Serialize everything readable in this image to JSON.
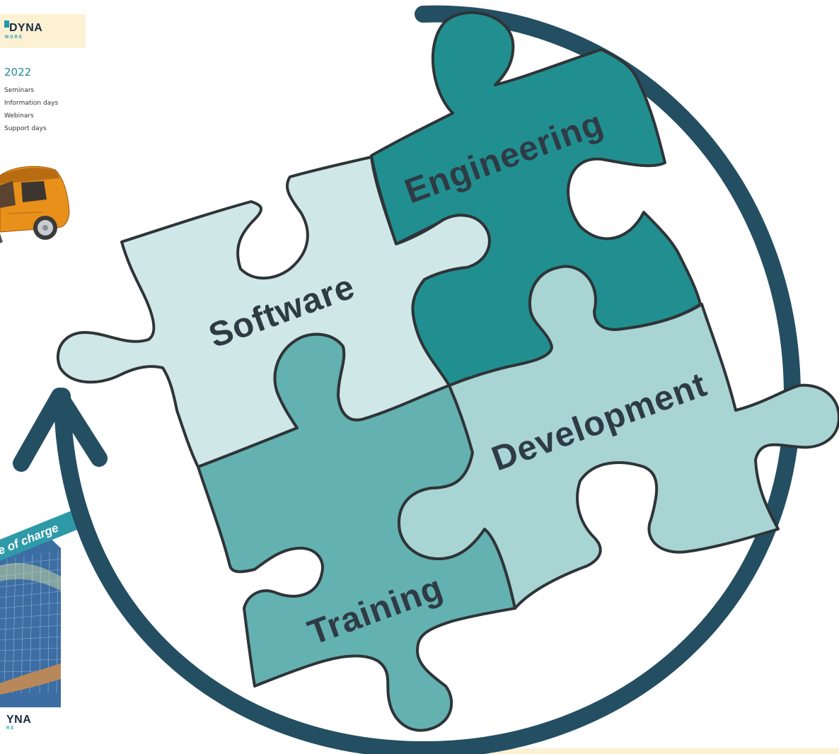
{
  "sidebar": {
    "logo_text": "DYNA",
    "logo_sub": "MORE",
    "year": "2022",
    "nav": [
      "Seminars",
      "Information days",
      "Webinars",
      "Support days"
    ]
  },
  "banner": {
    "text": "e of charge",
    "logo_text": "YNA",
    "logo_sub": "RE"
  },
  "diagram": {
    "pieces": [
      {
        "label": "Engineering",
        "color": "#218f8f"
      },
      {
        "label": "Software",
        "color": "#d0e7e8"
      },
      {
        "label": "Training",
        "color": "#64b1b1"
      },
      {
        "label": "Development",
        "color": "#a8d4d4"
      }
    ],
    "cycle_color": "#244e62",
    "outline_color": "#2e3437"
  }
}
